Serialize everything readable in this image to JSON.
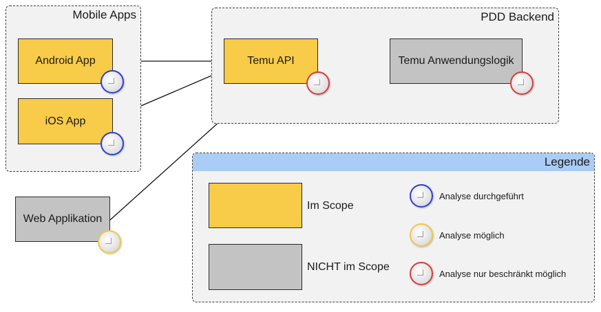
{
  "groups": {
    "mobile_apps": "Mobile Apps",
    "pdd_backend": "PDD Backend",
    "legend": "Legende"
  },
  "nodes": {
    "android_app": "Android App",
    "ios_app": "iOS App",
    "web_app": "Web Applikation",
    "temu_api": "Temu API",
    "temu_logic": "Temu Anwendungslogik"
  },
  "legend": {
    "in_scope": "Im Scope",
    "not_in_scope": "NICHT im Scope",
    "analysis_done": "Analyse durchgeführt",
    "analysis_possible": "Analyse möglich",
    "analysis_limited": "Analyse nur beschränkt möglich"
  },
  "colors": {
    "in_scope": "#f8cb48",
    "not_in_scope": "#c3c3c3",
    "analysis_done": "#2b3fd6",
    "analysis_possible": "#f0c64a",
    "analysis_limited": "#d93b3b",
    "legend_header": "#a9cdf5"
  }
}
